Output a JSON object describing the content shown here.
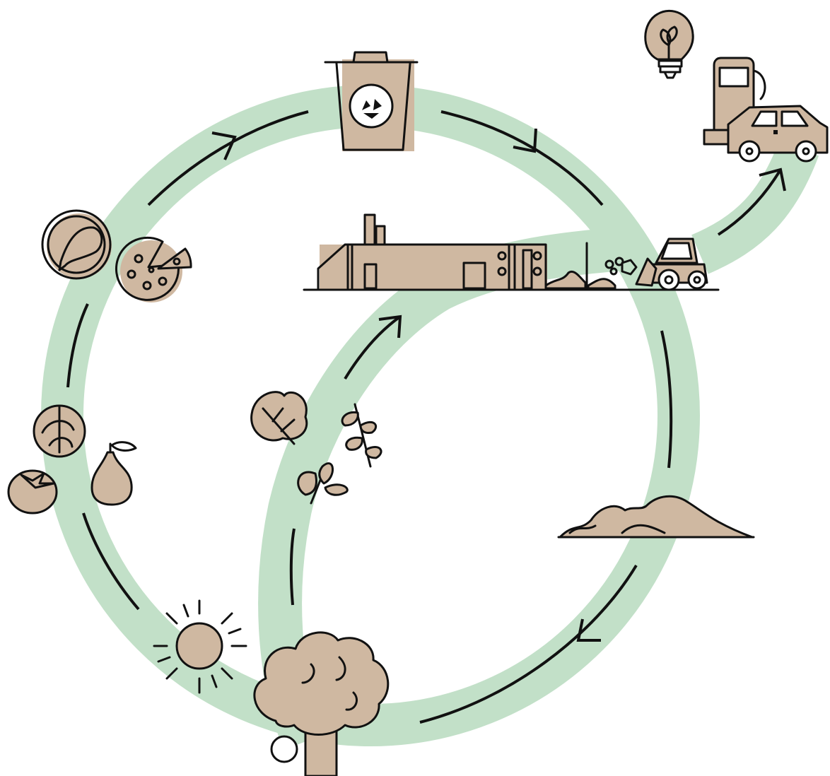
{
  "diagram": {
    "type": "circular-bioenergy-cycle",
    "colors": {
      "band": "#c2e0c8",
      "icon_fill": "#cfb8a1",
      "outline": "#111111",
      "background": "#ffffff"
    },
    "nodes": [
      {
        "id": "recycling-bin",
        "icon": "recycling-bin-icon"
      },
      {
        "id": "biogas-plant",
        "icon": "factory-icon"
      },
      {
        "id": "bulldozer",
        "icon": "bulldozer-icon"
      },
      {
        "id": "light-bulb",
        "icon": "plant-light-bulb-icon"
      },
      {
        "id": "fuel-car",
        "icon": "fuel-pump-car-icon"
      },
      {
        "id": "digestate",
        "icon": "soil-pile-icon"
      },
      {
        "id": "tree",
        "icon": "tree-icon"
      },
      {
        "id": "sun",
        "icon": "sun-icon"
      },
      {
        "id": "vegetables",
        "icon": "produce-icon"
      },
      {
        "id": "food-waste",
        "icon": "food-plate-icon"
      },
      {
        "id": "plant-matter",
        "icon": "leaves-icon"
      }
    ]
  }
}
